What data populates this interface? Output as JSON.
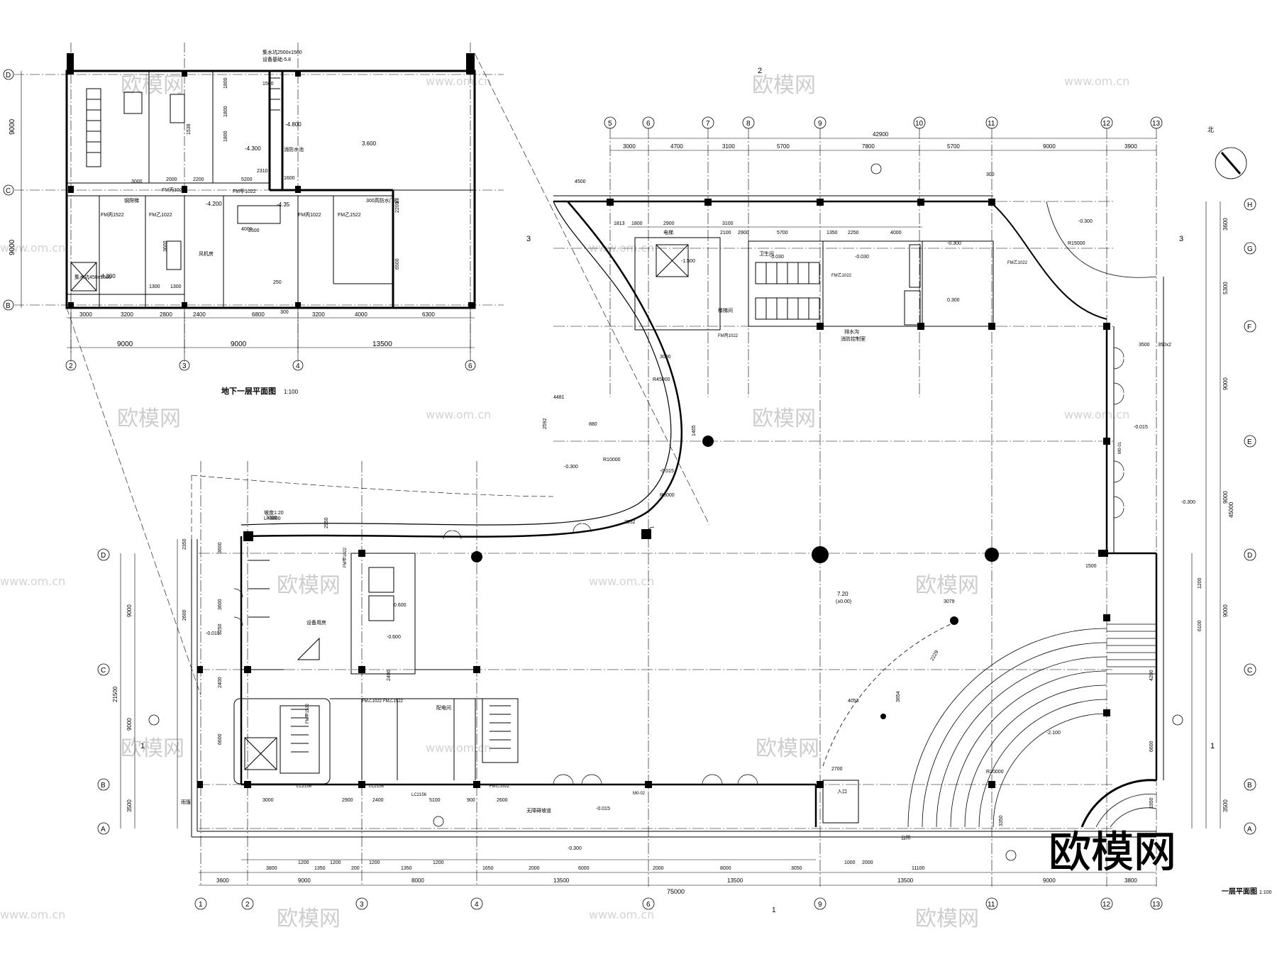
{
  "titles": {
    "basement": "地下一层平面图",
    "basement_scale": "1:100",
    "ground": "一层平面图",
    "ground_scale": "1:100"
  },
  "watermark": {
    "brand": "欧模网",
    "url": "www.om.cn",
    "corner_logo": "欧模网"
  },
  "basement": {
    "grid_rows": [
      "D",
      "C",
      "B"
    ],
    "grid_cols": [
      "2",
      "3",
      "4",
      "6"
    ],
    "row_dims": [
      "9000",
      "9000"
    ],
    "detail_dims": [
      "3000",
      "3200",
      "2800",
      "2400",
      "6800",
      "3200",
      "4000",
      "6300"
    ],
    "bay_dims": [
      "9000",
      "9000",
      "13500"
    ],
    "rooms_dims": [
      "3000",
      "2000",
      "2200",
      "5200",
      "2310",
      "1600",
      "1500",
      "1800",
      "1538",
      "1800",
      "1800",
      "4000",
      "2200",
      "3600",
      "6500",
      "1300",
      "1300",
      "2500",
      "250",
      "300"
    ],
    "levels": [
      "-4.200",
      "-4.200",
      "-4.800",
      "-4.300",
      "3.600",
      "-4.35"
    ],
    "door_tags": [
      "FM丙1022",
      "FM丙1522",
      "FM乙1022",
      "FM甲1022",
      "FM乙1522",
      "FM丙1022"
    ],
    "notes": [
      "设备基础-5.8",
      "集水坑2500x1500",
      "钢爬梯",
      "300高防水门槛",
      "风机房",
      "消防水池",
      "集水坑450x1500"
    ]
  },
  "ground": {
    "grid_cols": [
      "1",
      "2",
      "3",
      "4",
      "6",
      "9",
      "11",
      "12",
      "13"
    ],
    "grid_cols_top": [
      "5",
      "6",
      "7",
      "8",
      "9",
      "10",
      "11",
      "12",
      "13"
    ],
    "grid_rows": [
      "H",
      "G",
      "F",
      "E",
      "D",
      "C",
      "B",
      "A"
    ],
    "left_rows": [
      "D",
      "C",
      "B",
      "A"
    ],
    "top_total": "42900",
    "top_dims": [
      "3000",
      "4700",
      "3100",
      "5700",
      "7800",
      "5700",
      "9000",
      "3900"
    ],
    "top_dims2": [
      "1813",
      "1800",
      "2900",
      "3100",
      "2100",
      "2900",
      "5700",
      "1350",
      "2250",
      "4000"
    ],
    "bottom_total": "75000",
    "bottom_dims": [
      "3600",
      "9000",
      "8000",
      "13500",
      "13500",
      "13500",
      "9000",
      "3800"
    ],
    "bottom_detail": [
      "3800",
      "1200",
      "1350",
      "1200",
      "200",
      "1200",
      "1350",
      "1200",
      "1650",
      "2000",
      "6000",
      "2000",
      "8000",
      "3050",
      "1000",
      "11100",
      "2000"
    ],
    "bottom_detail2": [
      "3000",
      "2900",
      "2400",
      "5100",
      "900",
      "2600"
    ],
    "right_total": "45000",
    "right_dims": [
      "3600",
      "5300",
      "9000",
      "9000",
      "9000",
      "3500"
    ],
    "right_detail": [
      "1500",
      "1200",
      "6100",
      "4200",
      "6600",
      "1950"
    ],
    "left_total": "21500",
    "left_dims": [
      "9000",
      "9000",
      "3500"
    ],
    "left_detail": [
      "2350",
      "3600",
      "2600",
      "3250",
      "2400",
      "6600",
      "3600",
      "2400"
    ],
    "levels": [
      "7.20",
      "(±0.00)",
      "-0.300",
      "-0.015",
      "-0.030",
      "-0.030",
      "-0.015",
      "-0.300",
      "-0.300",
      "-2.100",
      "-0.015",
      "-0.300",
      "-0.015",
      "0.300",
      "-0.300",
      "-1.500",
      "-0.600",
      "0.600"
    ],
    "radii": [
      "R45000",
      "R15000",
      "R20000",
      "R8000",
      "R10000"
    ],
    "misc_dims": [
      "4481",
      "2592",
      "880",
      "3000",
      "3079",
      "2229",
      "4053",
      "3654",
      "2952",
      "2950",
      "3200",
      "1465",
      "2700",
      "3500",
      "3350",
      "350x2",
      "4500",
      "300"
    ],
    "door_tags": [
      "FM甲1022",
      "FM乙1022",
      "FM乙1522",
      "FM丙1022",
      "FM乙1022",
      "FM甲1522",
      "FM乙1022",
      "LC2156",
      "LC2156",
      "LC2156",
      "FM乙1522",
      "M0-02",
      "M0-01"
    ],
    "notes": [
      "卫生间",
      "楼梯间",
      "电梯",
      "消防控制室",
      "配电间",
      "设备用房",
      "入口",
      "无障碍坡道",
      "坡度1:20",
      "L=3800",
      "雨篷",
      "台阶",
      "排水沟"
    ]
  },
  "markers": {
    "section_left": "1",
    "section_right": "1",
    "section_top": "3",
    "section_top2": "3",
    "detail_top": "2",
    "north": "北",
    "cutline_bottom": "1"
  }
}
